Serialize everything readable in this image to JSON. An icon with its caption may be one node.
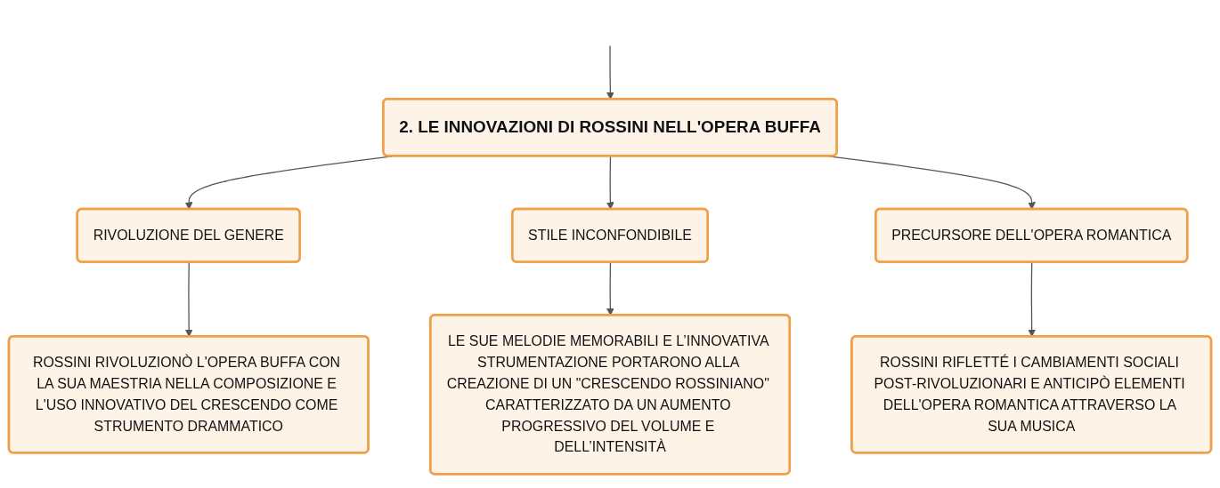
{
  "diagram": {
    "nodes": [
      {
        "text": [
          "2. LE INNOVAZIONI DI ROSSINI NELL'OPERA BUFFA"
        ]
      },
      {
        "text": [
          "RIVOLUZIONE DEL GENERE"
        ]
      },
      {
        "text": [
          "STILE INCONFONDIBILE"
        ]
      },
      {
        "text": [
          "PRECURSORE DELL'OPERA ROMANTICA"
        ]
      },
      {
        "text": [
          "ROSSINI RIVOLUZIONÒ L'OPERA BUFFA CON LA SUA MAESTRIA NELLA COMPOSIZIONE E L'USO INNOVATIVO DEL CRESCENDO COME STRUMENTO DRAMMATICO"
        ]
      },
      {
        "text": [
          "LE SUE MELODIE MEMORABILI E L’INNOVATIVA STRUMENTAZIONE PORTARONO ALLA CREAZIONE DI UN \"CRESCENDO ROSSINIANO\" CARATTERIZZATO DA UN AUMENTO PROGRESSIVO DEL VOLUME E DELL’INTENSITÀ"
        ]
      },
      {
        "text": [
          "ROSSINI RIFLETTÉ I CAMBIAMENTI SOCIALI POST-RIVOLUZIONARI E ANTICIPÒ ELEMENTI DELL'OPERA ROMANTICA ATTRAVERSO LA SUA MUSICA"
        ]
      }
    ],
    "edges": [
      {
        "from": null,
        "to": 0,
        "arrow": "to"
      },
      {
        "from": 0,
        "to": 1,
        "arrow": "to"
      },
      {
        "from": 0,
        "to": 2,
        "arrow": "to"
      },
      {
        "from": 0,
        "to": 3,
        "arrow": "to"
      },
      {
        "from": 1,
        "to": 4,
        "arrow": "to"
      },
      {
        "from": 2,
        "to": 5,
        "arrow": "to"
      },
      {
        "from": 3,
        "to": 6,
        "arrow": "to"
      }
    ]
  }
}
